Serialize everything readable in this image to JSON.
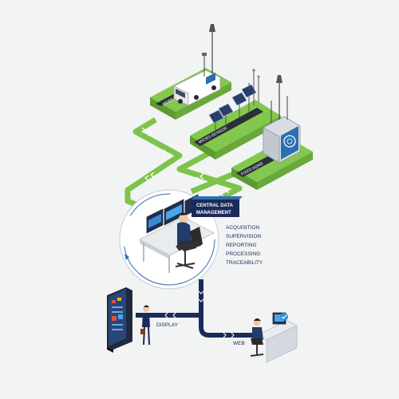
{
  "platforms": {
    "mobile": "MOBILE AQMS",
    "micro": "MICRO-SENSOR",
    "fixed": "FIXED AQMS"
  },
  "center": {
    "title_line1": "CENTRAL DATA",
    "title_line2": "MANAGEMENT",
    "functions": [
      "ACQUISITION",
      "SUPERVISION",
      "REPORTING",
      "PROCESSING",
      "TRACEABILITY"
    ]
  },
  "outputs": {
    "display": "DISPLAY",
    "web": "WEB"
  },
  "colors": {
    "green": "#76c043",
    "navy": "#1b2a59",
    "accent_blue": "#2f6fb0"
  }
}
